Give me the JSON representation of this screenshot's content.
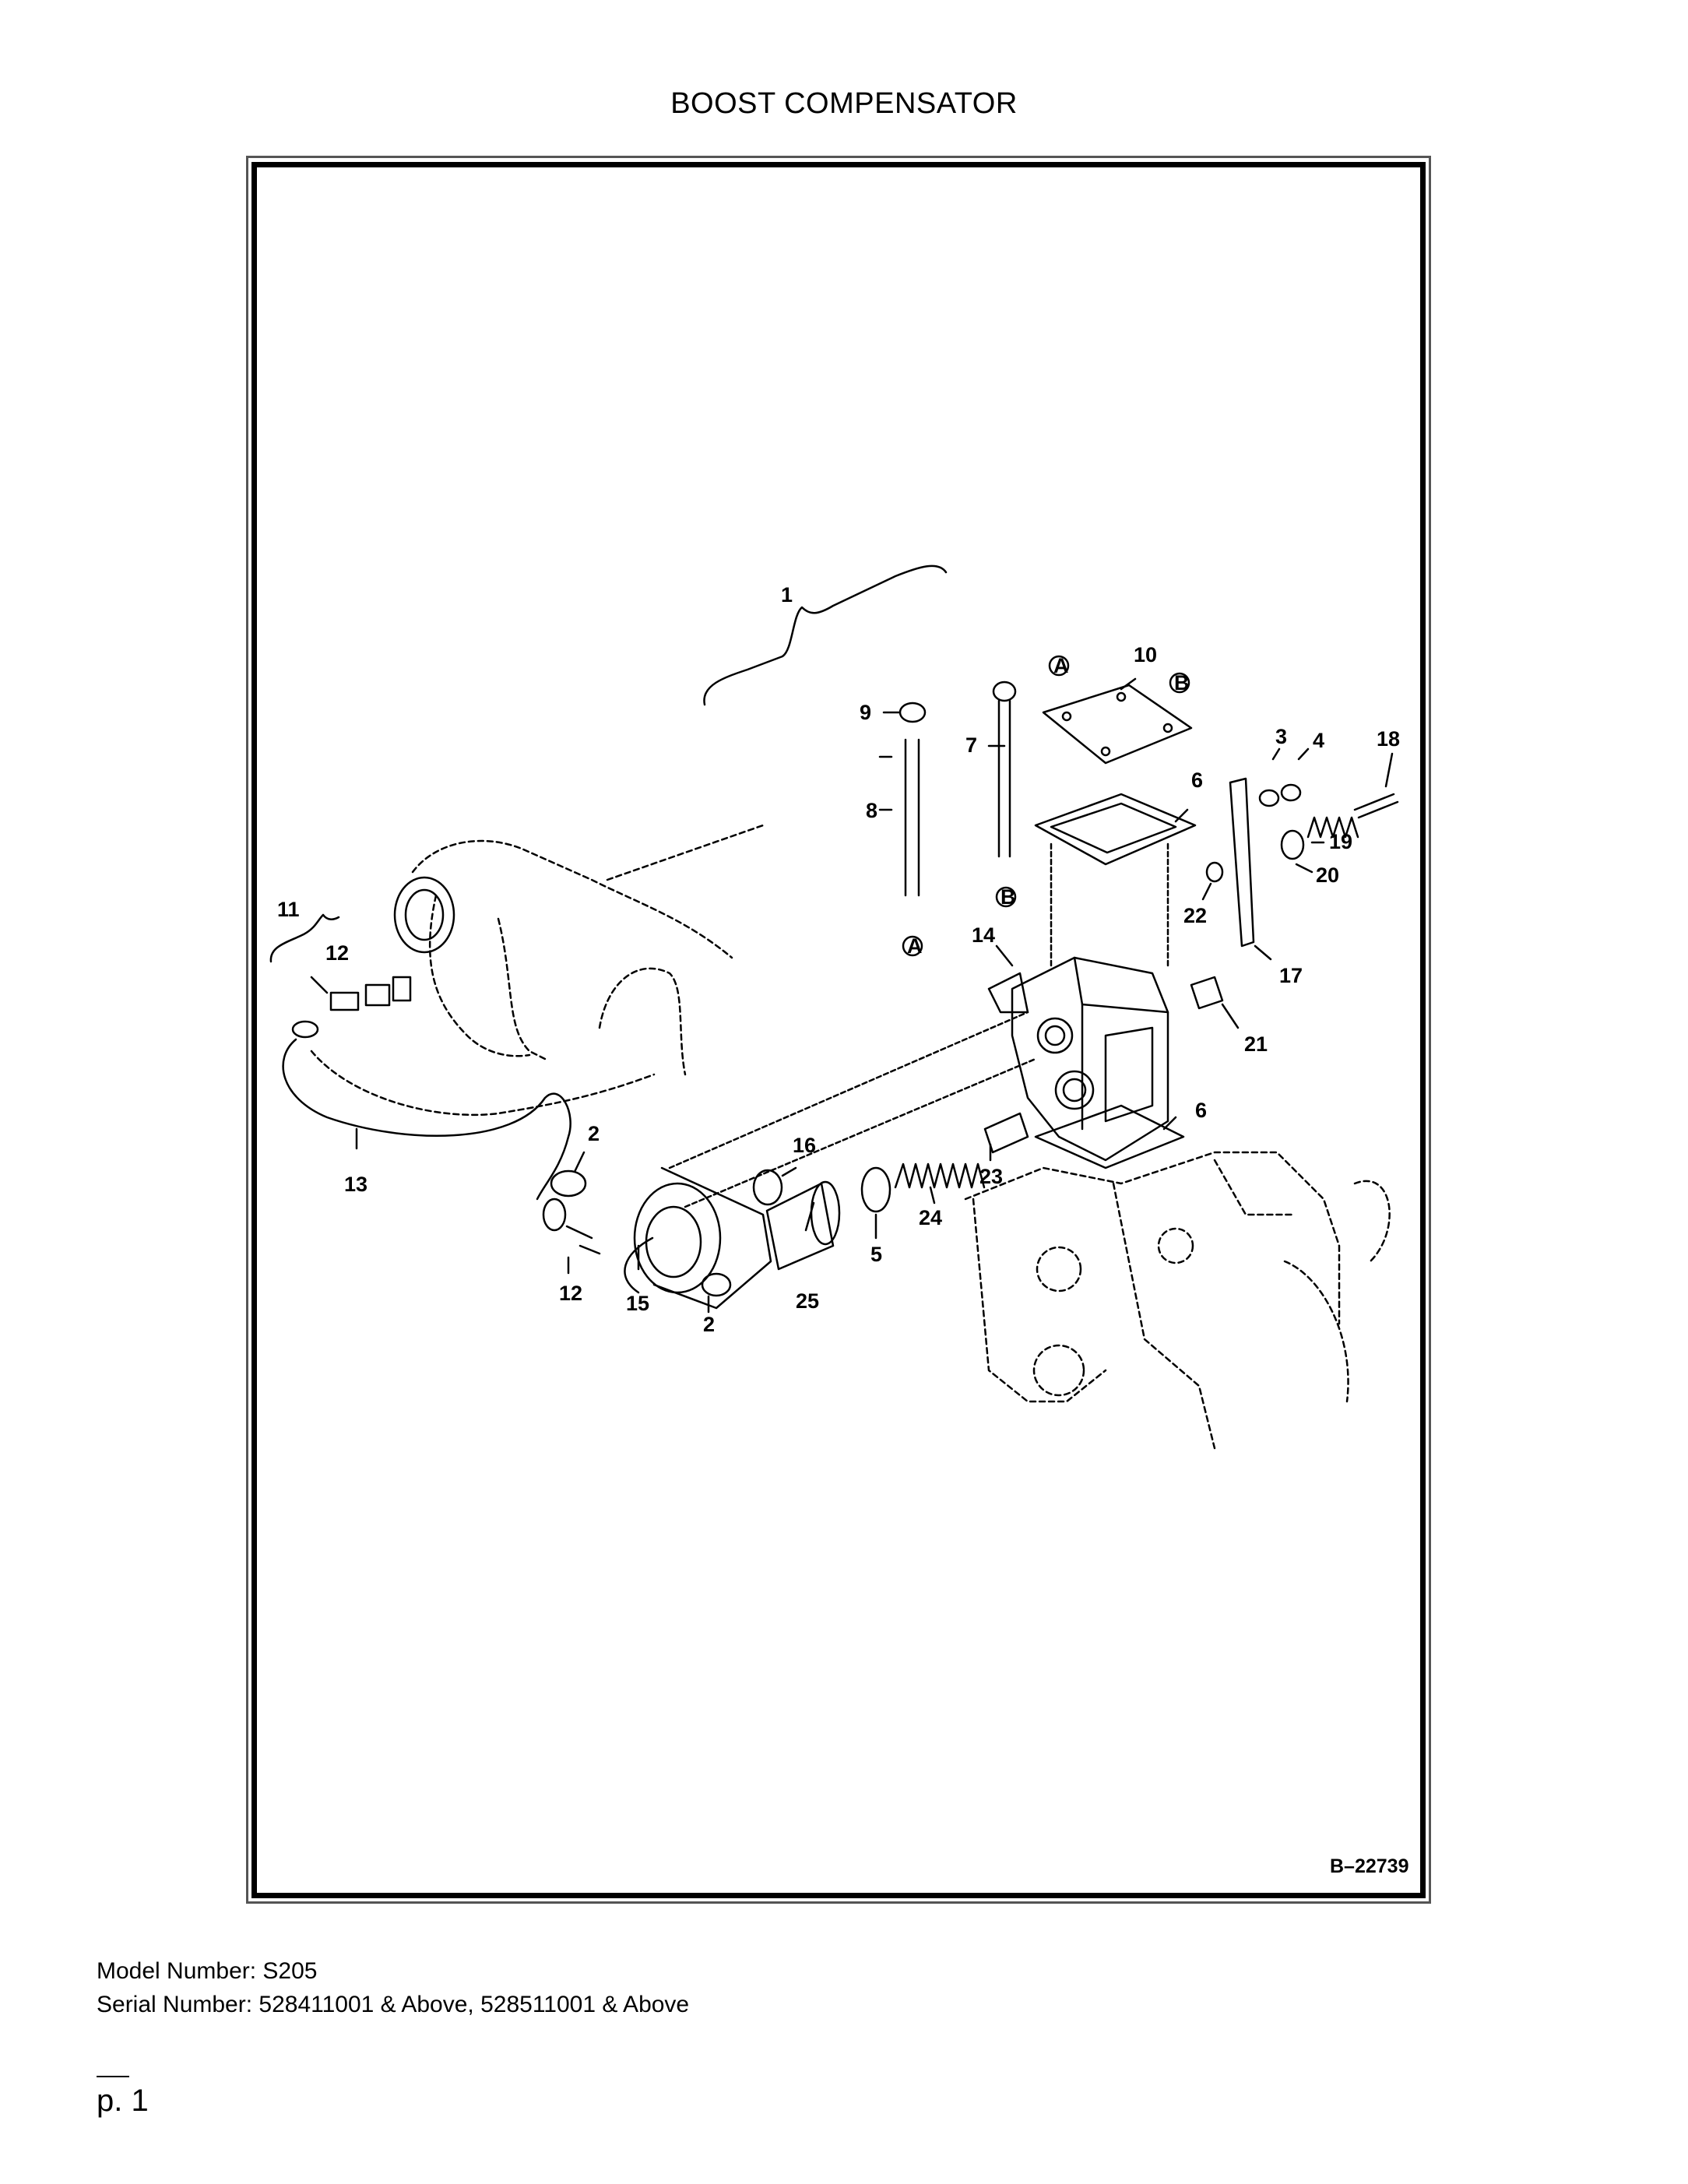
{
  "title": "BOOST COMPENSATOR",
  "figure": {
    "code": "B–22739",
    "callouts": [
      {
        "id": "c1",
        "text": "1"
      },
      {
        "id": "c2a",
        "text": "2"
      },
      {
        "id": "c2b",
        "text": "2"
      },
      {
        "id": "c3",
        "text": "3"
      },
      {
        "id": "c4",
        "text": "4"
      },
      {
        "id": "c5",
        "text": "5"
      },
      {
        "id": "c6a",
        "text": "6"
      },
      {
        "id": "c6b",
        "text": "6"
      },
      {
        "id": "c7",
        "text": "7"
      },
      {
        "id": "c8",
        "text": "8"
      },
      {
        "id": "c9",
        "text": "9"
      },
      {
        "id": "c10",
        "text": "10"
      },
      {
        "id": "c11",
        "text": "11"
      },
      {
        "id": "c12a",
        "text": "12"
      },
      {
        "id": "c12b",
        "text": "12"
      },
      {
        "id": "c13",
        "text": "13"
      },
      {
        "id": "c14",
        "text": "14"
      },
      {
        "id": "c15",
        "text": "15"
      },
      {
        "id": "c16",
        "text": "16"
      },
      {
        "id": "c17",
        "text": "17"
      },
      {
        "id": "c18",
        "text": "18"
      },
      {
        "id": "c19",
        "text": "19"
      },
      {
        "id": "c20",
        "text": "20"
      },
      {
        "id": "c21",
        "text": "21"
      },
      {
        "id": "c22",
        "text": "22"
      },
      {
        "id": "c23",
        "text": "23"
      },
      {
        "id": "c24",
        "text": "24"
      },
      {
        "id": "c25",
        "text": "25"
      }
    ],
    "refs": [
      {
        "id": "rA1",
        "text": "A"
      },
      {
        "id": "rA2",
        "text": "A"
      },
      {
        "id": "rB1",
        "text": "B"
      },
      {
        "id": "rB2",
        "text": "B"
      }
    ]
  },
  "model_number": "Model Number: S205",
  "serial_number": "Serial Number: 528411001 & Above, 528511001 & Above",
  "page_label": "p. 1"
}
